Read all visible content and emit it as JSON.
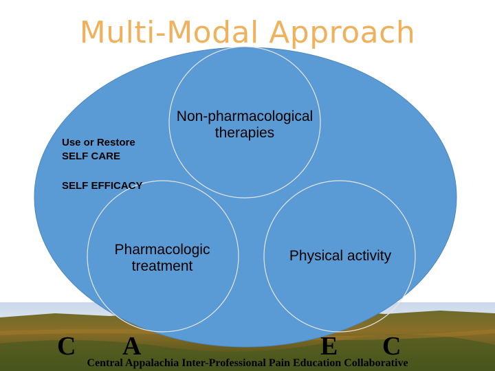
{
  "title": "Multi-Modal Approach",
  "diagram": {
    "outer_label_1": "Use or Restore\nSELF CARE",
    "outer_label_2": "SELF EFFICACY",
    "circle_top": "Non-pharmacological\ntherapies",
    "circle_left": "Pharmacologic\ntreatment",
    "circle_right": "Physical activity"
  },
  "logo": {
    "letters": [
      "C",
      "A",
      "E",
      "C"
    ]
  },
  "footer": "Central Appalachia Inter-Professional Pain Education Collaborative",
  "colors": {
    "title": "#f0b15c",
    "ellipse": "#5b9bd5",
    "circle_stroke": "#e6e6e6"
  }
}
